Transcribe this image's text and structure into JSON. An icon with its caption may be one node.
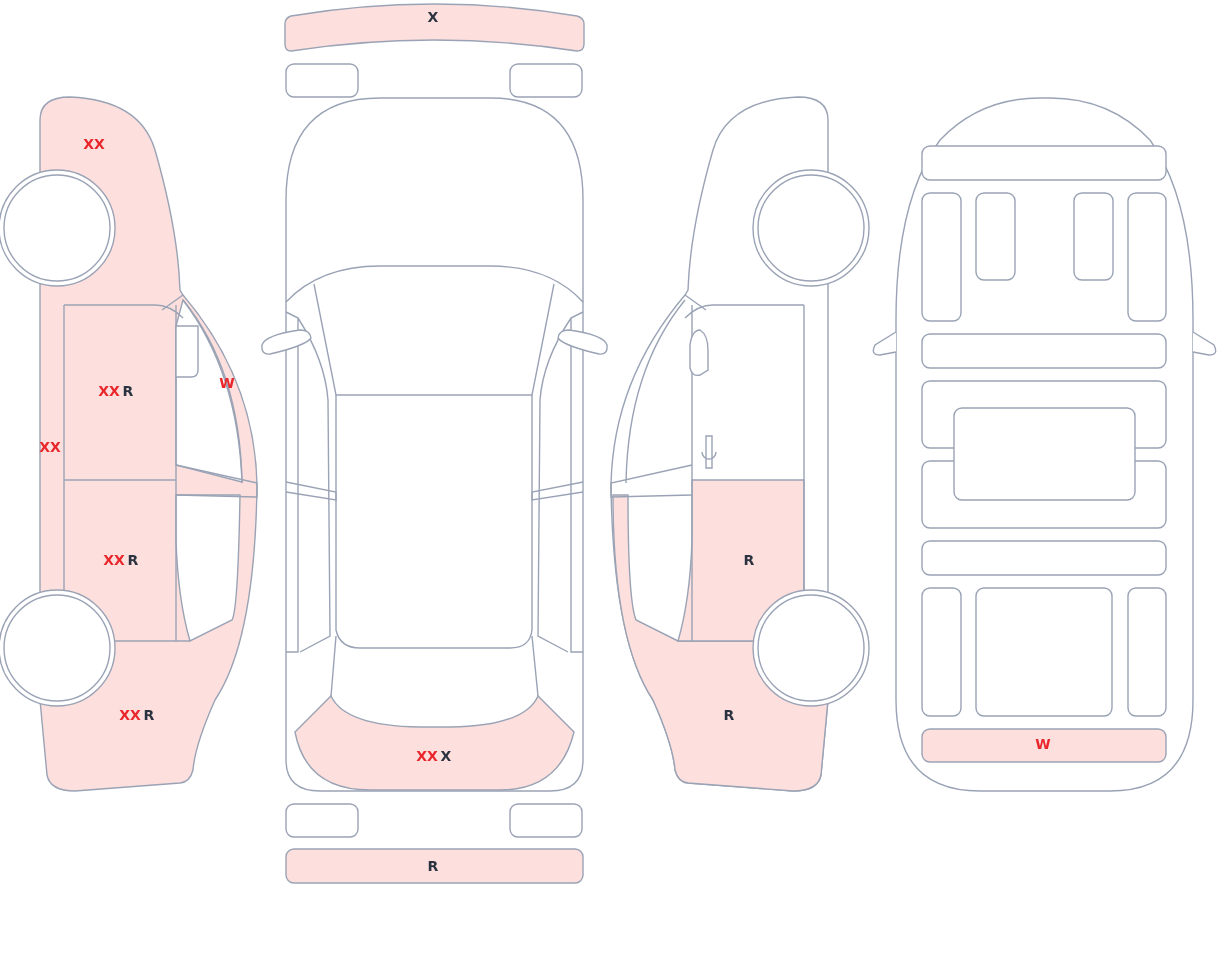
{
  "diagram": {
    "labels": [
      "X",
      "XX",
      "W",
      "XX",
      "R",
      "XX",
      "XX",
      "R",
      "R",
      "XX",
      "R",
      "R",
      "W",
      "XX",
      "X",
      "R"
    ]
  }
}
